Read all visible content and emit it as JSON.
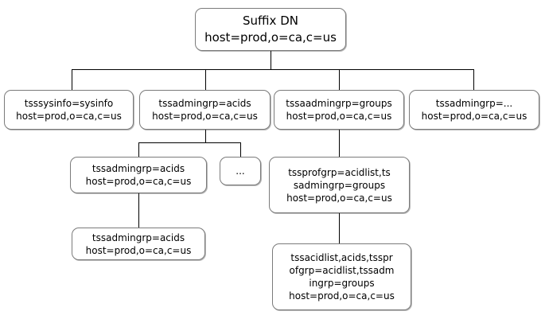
{
  "colors": {
    "background": "#ffffff",
    "node_fill": "#ffffff",
    "node_border": "#7b7b7b",
    "connector": "#000000",
    "text": "#000000"
  },
  "nodes": {
    "root": {
      "lines": [
        "Suffix DN",
        "host=prod,o=ca,c=us"
      ]
    },
    "sysinfo": {
      "lines": [
        "tsssysinfo=sysinfo",
        "host=prod,o=ca,c=us"
      ]
    },
    "acids1": {
      "lines": [
        "tssadmingrp=acids",
        "host=prod,o=ca,c=us"
      ]
    },
    "groups": {
      "lines": [
        "tssaadmingrp=groups",
        "host=prod,o=ca,c=us"
      ]
    },
    "more": {
      "lines": [
        "tssadmingrp=...",
        "host=prod,o=ca,c=us"
      ]
    },
    "acids2": {
      "lines": [
        "tssadmingrp=acids",
        "host=prod,o=ca,c=us"
      ]
    },
    "ellipsis": {
      "lines": [
        "..."
      ]
    },
    "profgrp": {
      "lines": [
        "tssprofgrp=acidlist,ts",
        "sadmingrp=groups",
        "host=prod,o=ca,c=us"
      ]
    },
    "acids3": {
      "lines": [
        "tssadmingrp=acids",
        "host=prod,o=ca,c=us"
      ]
    },
    "acidlist": {
      "lines": [
        "tssacidlist,acids,tsspr",
        "ofgrp=acidlist,tssadm",
        "ingrp=groups",
        "host=prod,o=ca,c=us"
      ]
    }
  },
  "edges": [
    {
      "parent": "root",
      "child": "sysinfo"
    },
    {
      "parent": "root",
      "child": "acids1"
    },
    {
      "parent": "root",
      "child": "groups"
    },
    {
      "parent": "root",
      "child": "more"
    },
    {
      "parent": "acids1",
      "child": "acids2"
    },
    {
      "parent": "acids1",
      "child": "ellipsis"
    },
    {
      "parent": "groups",
      "child": "profgrp"
    },
    {
      "parent": "acids2",
      "child": "acids3"
    },
    {
      "parent": "profgrp",
      "child": "acidlist"
    }
  ]
}
